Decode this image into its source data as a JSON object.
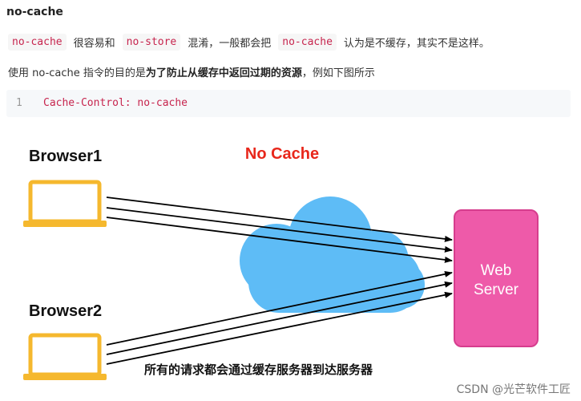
{
  "article": {
    "heading": "no-cache",
    "para1": {
      "code1": "no-cache",
      "t1": "很容易和",
      "code2": "no-store",
      "t2": "混淆，一般都会把",
      "code3": "no-cache",
      "t3": "认为是不缓存，其实不是这样。"
    },
    "para2": {
      "t1": "使用 no-cache 指令的目的是",
      "bold": "为了防止从缓存中返回过期的资源",
      "t2": "，例如下图所示"
    },
    "codeblock": {
      "line_number": "1",
      "code": "Cache-Control: no-cache"
    }
  },
  "diagram": {
    "title": "No Cache",
    "browser1_label": "Browser1",
    "browser2_label": "Browser2",
    "server_label_line1": "Web",
    "server_label_line2": "Server",
    "caption": "所有的请求都会通过缓存服务器到达服务器",
    "watermark": "CSDN @光芒软件工匠",
    "colors": {
      "title": "#e8271b",
      "laptop": "#f5b82e",
      "cloud": "#5ebcf6",
      "server": "#ee5aa9",
      "server_border": "#d63d8e",
      "arrow": "#000000"
    },
    "icons": [
      "laptop-icon",
      "laptop-icon",
      "cloud-icon",
      "server-icon"
    ]
  }
}
